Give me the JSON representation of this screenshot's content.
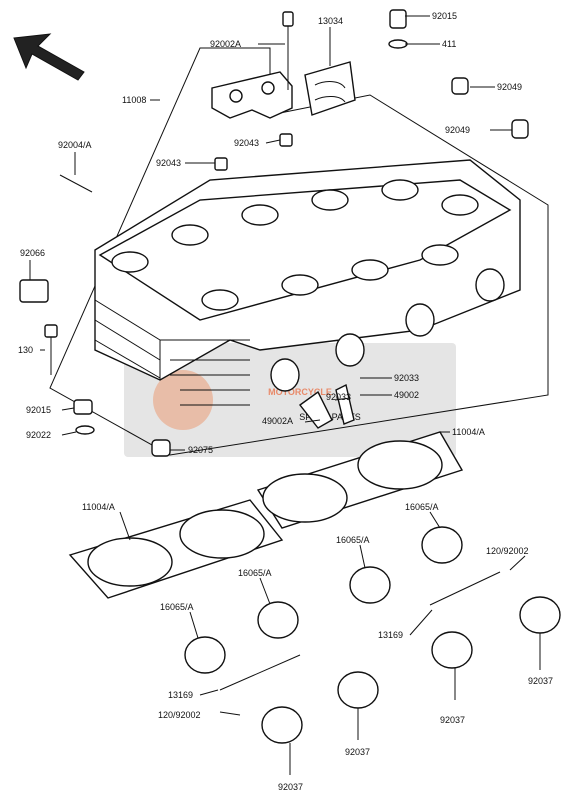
{
  "diagram": {
    "labels": {
      "p92002A_top": "92002A",
      "p13034": "13034",
      "p92015_top": "92015",
      "p411": "411",
      "p11008": "11008",
      "p92049_a": "92049",
      "p92049_b": "92049",
      "p92004A": "92004/A",
      "p92043_a": "92043",
      "p92043_b": "92043",
      "p92066": "92066",
      "p130": "130",
      "p92015_mid": "92015",
      "p92022": "92022",
      "p92033_a": "92033",
      "p92033_b": "92033",
      "p49002": "49002",
      "p49002A": "49002A",
      "p11004A_right": "11004/A",
      "p92075": "92075",
      "p11004A_left": "11004/A",
      "p16065A_a": "16065/A",
      "p16065A_b": "16065/A",
      "p16065A_c": "16065/A",
      "p16065A_d": "16065/A",
      "p120_92002_right": "120/92002",
      "p13169_right": "13169",
      "p92037_a": "92037",
      "p92037_b": "92037",
      "p13169_left": "13169",
      "p120_92002_left": "120/92002",
      "p92037_c": "92037",
      "p92037_d": "92037"
    },
    "watermark": {
      "brand": "MOTORCYCLE",
      "sub": "SPARE PARTS"
    },
    "icons": [
      "direction-arrow-icon"
    ]
  }
}
